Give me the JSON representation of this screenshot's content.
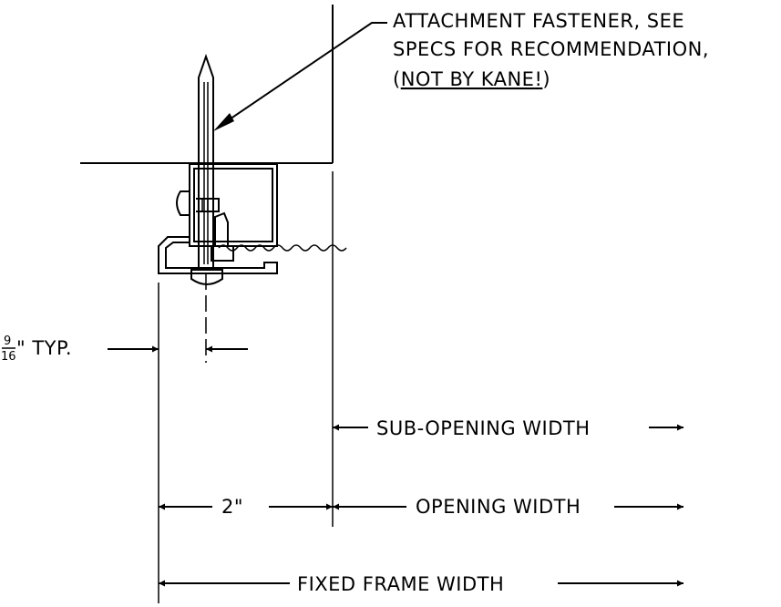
{
  "note": {
    "line1": "ATTACHMENT FASTENER, SEE",
    "line2": "SPECS FOR RECOMMENDATION,",
    "line3_open": "(",
    "line3_underlined": "NOT BY KANE",
    "line3_bang": "!",
    "line3_close": ")"
  },
  "dimensions": {
    "typ_num": "9",
    "typ_den": "16",
    "typ_suffix": "\" TYP.",
    "sub_opening": "SUB-OPENING WIDTH",
    "two_inch": "2\"",
    "opening": "OPENING WIDTH",
    "fixed_frame": "FIXED FRAME WIDTH"
  },
  "colors": {
    "ink": "#000000",
    "paper": "#ffffff"
  }
}
